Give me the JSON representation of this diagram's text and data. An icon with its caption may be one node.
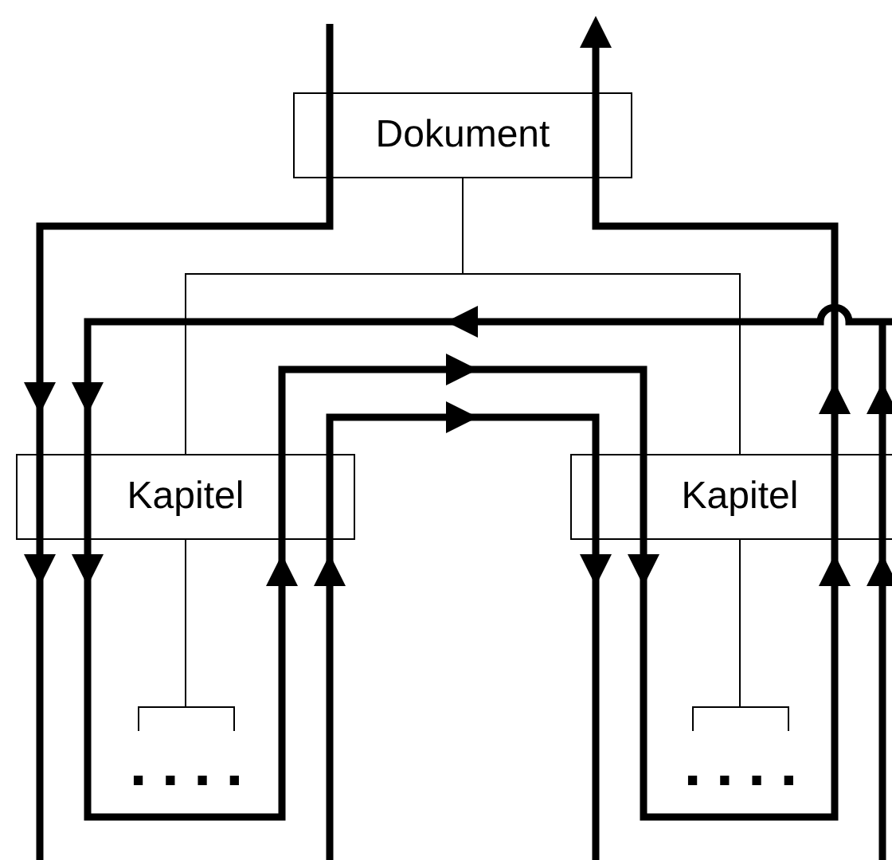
{
  "diagram": {
    "nodes": [
      {
        "text": [
          "Dokument"
        ]
      },
      {
        "text": [
          "Kapitel"
        ]
      },
      {
        "text": [
          "Kapitel"
        ]
      },
      {
        "text": [
          "...."
        ]
      },
      {
        "text": [
          "...."
        ]
      }
    ],
    "edges": [
      {
        "from": 0,
        "to": 1,
        "arrow": "none"
      },
      {
        "from": 0,
        "to": 2,
        "arrow": "none"
      },
      {
        "from": 1,
        "to": 3,
        "arrow": "none"
      },
      {
        "from": 2,
        "to": 4,
        "arrow": "none"
      }
    ]
  }
}
